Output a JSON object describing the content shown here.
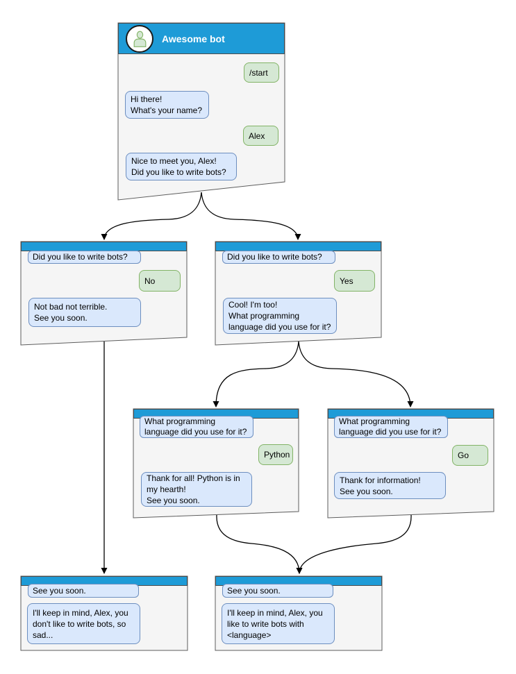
{
  "palette": {
    "header_blue": "#1e9bd7",
    "window_bg": "#f5f5f5",
    "window_border": "#5c5c5c",
    "bot_bubble_bg": "#dae8fc",
    "bot_bubble_border": "#6c8ebf",
    "user_bubble_bg": "#d5e8d4",
    "user_bubble_border": "#82b366",
    "title_text": "#ffffff",
    "connector": "#000000"
  },
  "windows": [
    {
      "id": "start",
      "title": "Awesome bot",
      "avatar_icon": "person-icon",
      "messages": [
        {
          "from": "user",
          "text": "/start"
        },
        {
          "from": "bot",
          "text": "Hi there!\nWhat's your name?"
        },
        {
          "from": "user",
          "text": "Alex"
        },
        {
          "from": "bot",
          "text": "Nice to meet you, Alex!\nDid you like to write bots?"
        }
      ]
    },
    {
      "id": "branch-no",
      "messages": [
        {
          "from": "bot",
          "quote": true,
          "text": "Did you like to write bots?"
        },
        {
          "from": "user",
          "text": "No"
        },
        {
          "from": "bot",
          "text": "Not bad not terrible.\nSee you soon."
        }
      ]
    },
    {
      "id": "branch-yes",
      "messages": [
        {
          "from": "bot",
          "quote": true,
          "text": "Did you like to write bots?"
        },
        {
          "from": "user",
          "text": "Yes"
        },
        {
          "from": "bot",
          "text": "Cool! I'm too!\nWhat programming\nlanguage did you use for it?"
        }
      ]
    },
    {
      "id": "lang-python",
      "messages": [
        {
          "from": "bot",
          "quote": true,
          "text": "What programming\nlanguage did you use for it?"
        },
        {
          "from": "user",
          "text": "Python"
        },
        {
          "from": "bot",
          "text": "Thank for all! Python is in\nmy hearth!\nSee you soon."
        }
      ]
    },
    {
      "id": "lang-go",
      "messages": [
        {
          "from": "bot",
          "quote": true,
          "text": "What programming\nlanguage did you use for it?"
        },
        {
          "from": "user",
          "text": "Go"
        },
        {
          "from": "bot",
          "text": "Thank for information!\nSee you soon."
        }
      ]
    },
    {
      "id": "end-no",
      "messages": [
        {
          "from": "bot",
          "quote": true,
          "text": "See you soon."
        },
        {
          "from": "bot",
          "text": "I'll keep in mind, Alex, you\ndon't like to write bots, so\nsad..."
        }
      ]
    },
    {
      "id": "end-language",
      "messages": [
        {
          "from": "bot",
          "quote": true,
          "text": "See you soon."
        },
        {
          "from": "bot",
          "text": "I'll keep in mind, Alex, you\nlike to write bots with\n<language>"
        }
      ]
    }
  ]
}
